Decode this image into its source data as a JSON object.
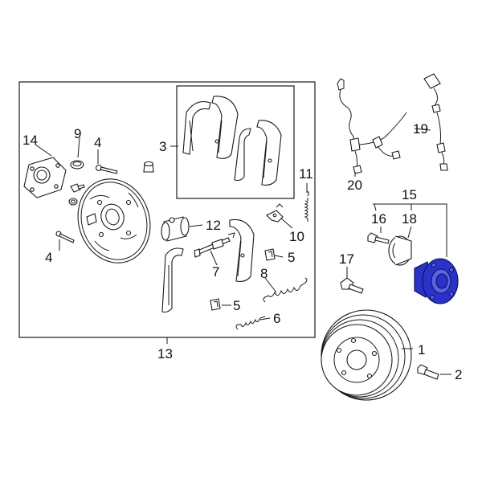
{
  "colors": {
    "highlight": "#2a33c9",
    "line": "#1a1a1a",
    "background": "#ffffff"
  },
  "callouts": {
    "c1": "1",
    "c2": "2",
    "c3": "3",
    "c4a": "4",
    "c4b": "4",
    "c5a": "5",
    "c5b": "5",
    "c6": "6",
    "c7": "7",
    "c8": "8",
    "c9": "9",
    "c10": "10",
    "c11": "11",
    "c12": "12",
    "c13": "13",
    "c14": "14",
    "c15": "15",
    "c16": "16",
    "c17": "17",
    "c18": "18",
    "c19": "19",
    "c20": "20"
  },
  "highlighted_part": "15"
}
